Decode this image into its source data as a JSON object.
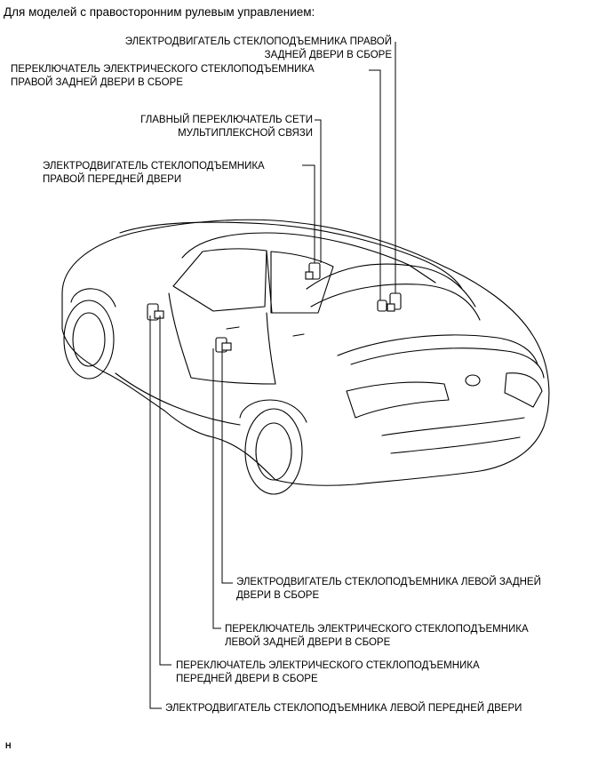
{
  "heading": "Для моделей с правосторонним рулевым управлением:",
  "labels": {
    "rr_motor": "ЭЛЕКТРОДВИГАТЕЛЬ СТЕКЛОПОДЪЕМНИКА ПРАВОЙ\nЗАДНЕЙ ДВЕРИ В СБОРЕ",
    "rr_switch": "ПЕРЕКЛЮЧАТЕЛЬ ЭЛЕКТРИЧЕСКОГО СТЕКЛОПОДЪЕМНИКА\nПРАВОЙ ЗАДНЕЙ ДВЕРИ В СБОРЕ",
    "master_switch": "ГЛАВНЫЙ ПЕРЕКЛЮЧАТЕЛЬ СЕТИ\nМУЛЬТИПЛЕКСНОЙ СВЯЗИ",
    "rf_motor": "ЭЛЕКТРОДВИГАТЕЛЬ СТЕКЛОПОДЪЕМНИКА\nПРАВОЙ ПЕРЕДНЕЙ ДВЕРИ",
    "lr_motor": "ЭЛЕКТРОДВИГАТЕЛЬ СТЕКЛОПОДЪЕМНИКА ЛЕВОЙ ЗАДНЕЙ\nДВЕРИ В СБОРЕ",
    "lr_switch": "ПЕРЕКЛЮЧАТЕЛЬ ЭЛЕКТРИЧЕСКОГО СТЕКЛОПОДЪЕМНИКА\nЛЕВОЙ ЗАДНЕЙ ДВЕРИ В СБОРЕ",
    "front_switch": "ПЕРЕКЛЮЧАТЕЛЬ ЭЛЕКТРИЧЕСКОГО СТЕКЛОПОДЪЕМНИКА\nПЕРЕДНЕЙ ДВЕРИ В СБОРЕ",
    "lf_motor": "ЭЛЕКТРОДВИГАТЕЛЬ СТЕКЛОПОДЪЕМНИКА ЛЕВОЙ ПЕРЕДНЕЙ ДВЕРИ"
  },
  "corner_mark": "H"
}
